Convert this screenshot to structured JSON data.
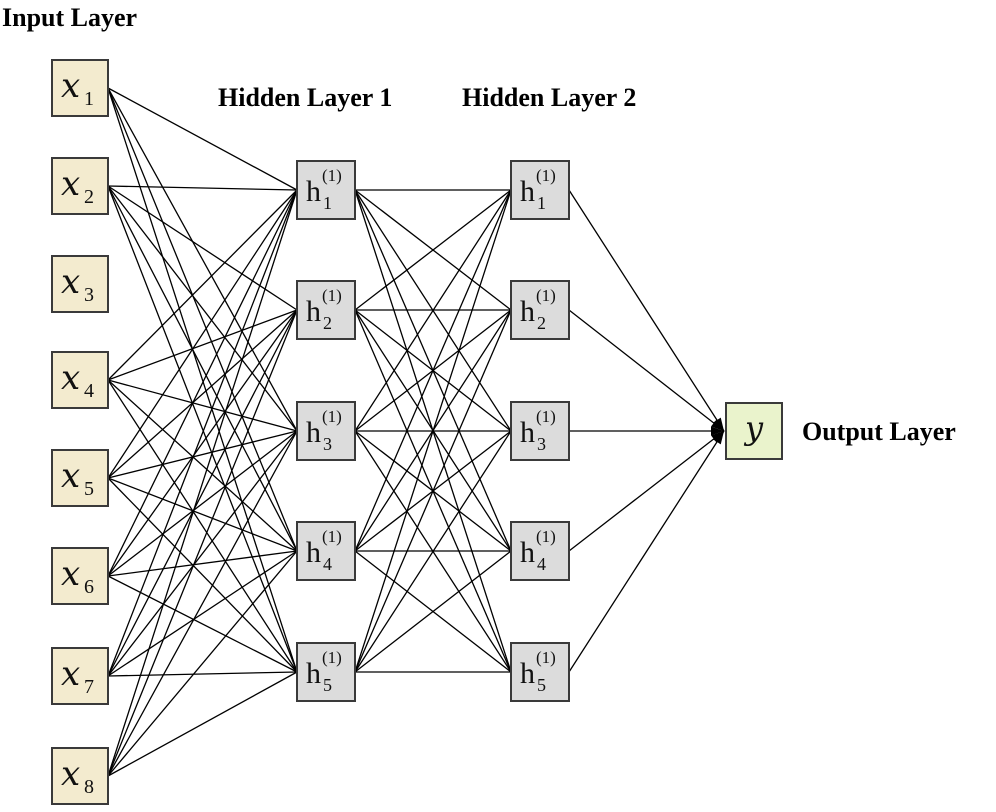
{
  "titles": {
    "input": "Input Layer",
    "hidden1": "Hidden Layer 1",
    "hidden2": "Hidden Layer 2",
    "output": "Output Layer"
  },
  "input_nodes": [
    {
      "var": "x",
      "sub": "1"
    },
    {
      "var": "x",
      "sub": "2"
    },
    {
      "var": "x",
      "sub": "3"
    },
    {
      "var": "x",
      "sub": "4"
    },
    {
      "var": "x",
      "sub": "5"
    },
    {
      "var": "x",
      "sub": "6"
    },
    {
      "var": "x",
      "sub": "7"
    },
    {
      "var": "x",
      "sub": "8"
    }
  ],
  "hidden1_nodes": [
    {
      "base": "h",
      "sup": "(1)",
      "sub": "1"
    },
    {
      "base": "h",
      "sup": "(1)",
      "sub": "2"
    },
    {
      "base": "h",
      "sup": "(1)",
      "sub": "3"
    },
    {
      "base": "h",
      "sup": "(1)",
      "sub": "4"
    },
    {
      "base": "h",
      "sup": "(1)",
      "sub": "5"
    }
  ],
  "hidden2_nodes": [
    {
      "base": "h",
      "sup": "(1)",
      "sub": "1"
    },
    {
      "base": "h",
      "sup": "(1)",
      "sub": "2"
    },
    {
      "base": "h",
      "sup": "(1)",
      "sub": "3"
    },
    {
      "base": "h",
      "sup": "(1)",
      "sub": "4"
    },
    {
      "base": "h",
      "sup": "(1)",
      "sub": "5"
    }
  ],
  "output_node": {
    "var": "y"
  },
  "input_to_hidden1_links": [
    [
      1,
      3,
      4,
      5
    ],
    [
      1,
      2,
      3,
      4,
      5
    ],
    [],
    [
      1,
      2,
      3,
      4,
      5
    ],
    [
      1,
      2,
      3,
      4,
      5
    ],
    [
      1,
      2,
      3,
      4,
      5
    ],
    [
      1,
      2,
      3,
      4,
      5
    ],
    [
      1,
      2,
      3,
      4,
      5
    ]
  ],
  "colors": {
    "input_fill": "#f3ebcf",
    "hidden_fill": "#dcdcdc",
    "output_fill": "#eaf3cc",
    "edge": "#000000"
  }
}
